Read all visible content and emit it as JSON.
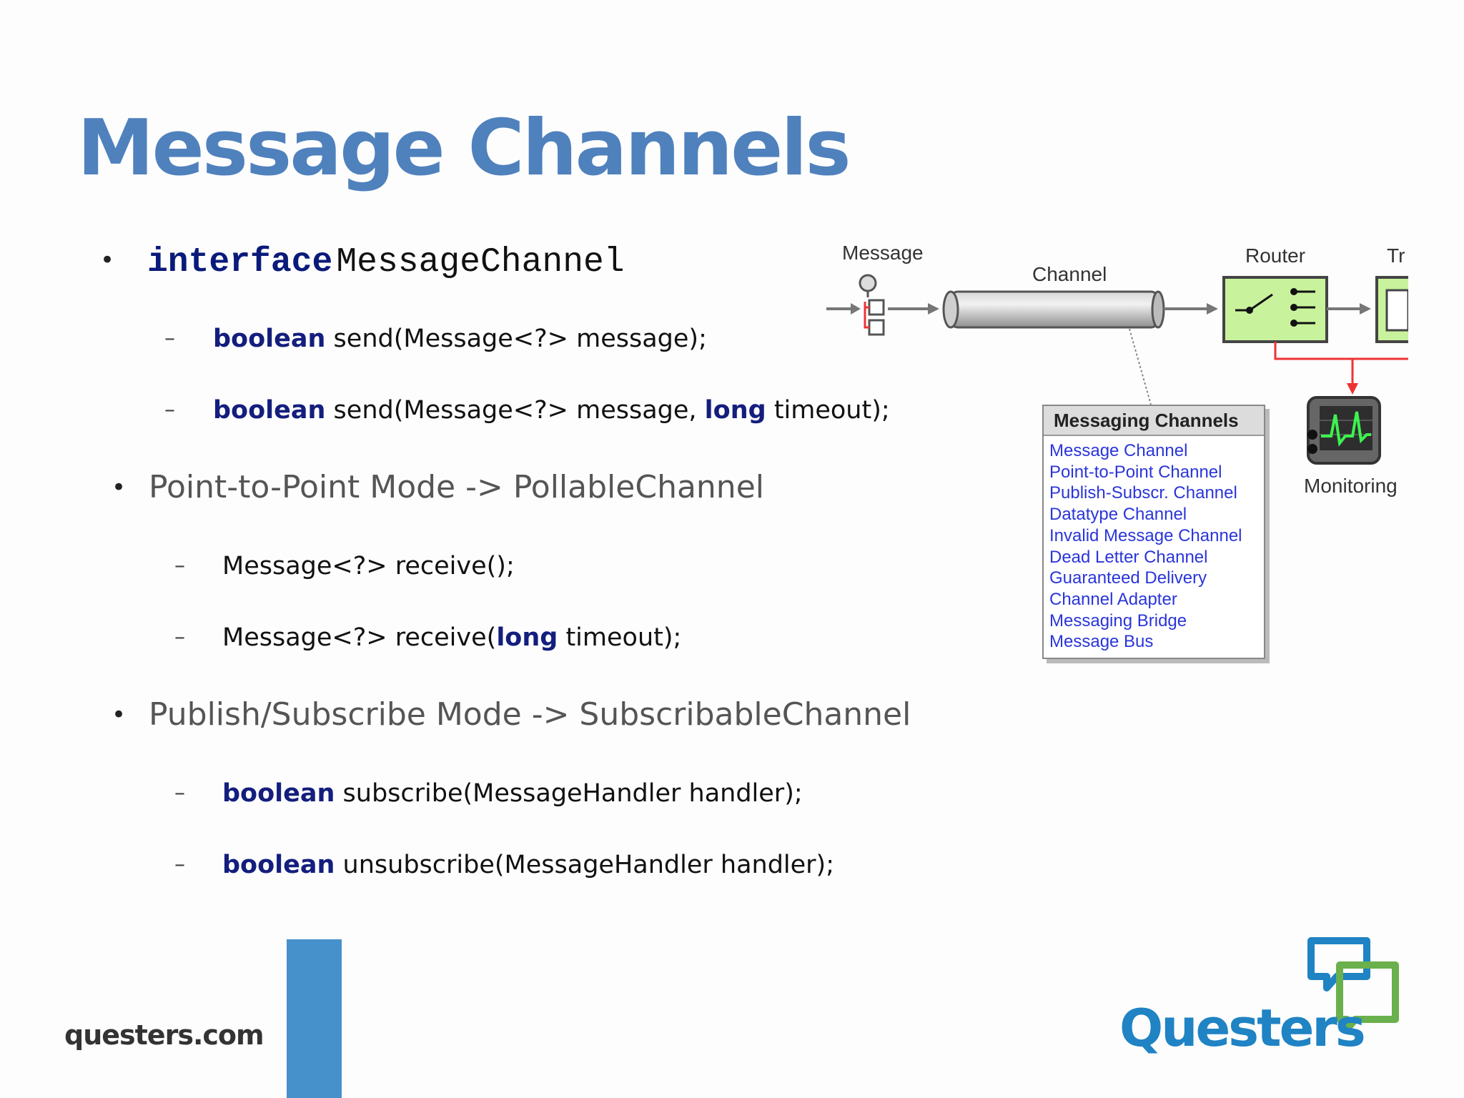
{
  "title": "Message Channels",
  "interface_line": {
    "keyword": "interface",
    "name": "MessageChannel"
  },
  "send_lines": [
    {
      "kw": "boolean",
      "text": " send(Message<?> message);"
    },
    {
      "kw": "boolean",
      "text": " send(Message<?> message, ",
      "kw2": "long",
      "text2": " timeout);"
    }
  ],
  "p2p": {
    "heading": "Point-to-Point Mode -> PollableChannel",
    "lines": [
      {
        "text": "Message<?> receive();"
      },
      {
        "text": "Message<?> receive(",
        "kw": "long",
        "text2": " timeout);"
      }
    ]
  },
  "pubsub": {
    "heading": "Publish/Subscribe Mode -> SubscribableChannel",
    "lines": [
      {
        "kw": "boolean",
        "text": " subscribe(MessageHandler handler);"
      },
      {
        "kw": "boolean",
        "text": " unsubscribe(MessageHandler handler);"
      }
    ]
  },
  "bullet_symbol": "•",
  "dash_symbol": "–",
  "diagram": {
    "labels": {
      "message": "Message",
      "channel": "Channel",
      "router": "Router",
      "translator_partial": "Tr",
      "monitoring": "Monitoring"
    },
    "box_title": "Messaging Channels",
    "box_items": [
      "Message Channel",
      "Point-to-Point Channel",
      "Publish-Subscr. Channel",
      "Datatype Channel",
      "Invalid Message Channel",
      "Dead Letter Channel",
      "Guaranteed Delivery",
      "Channel Adapter",
      "Messaging Bridge",
      "Message Bus"
    ]
  },
  "footer": {
    "url": "questers.com",
    "logo_text": "Questers"
  },
  "colors": {
    "title": "#4f81bd",
    "keyword": "#131e7d",
    "accent_bar": "#4690cc",
    "logo_blue": "#1f83c4",
    "logo_green": "#6ab04c",
    "link": "#2a35d9"
  }
}
